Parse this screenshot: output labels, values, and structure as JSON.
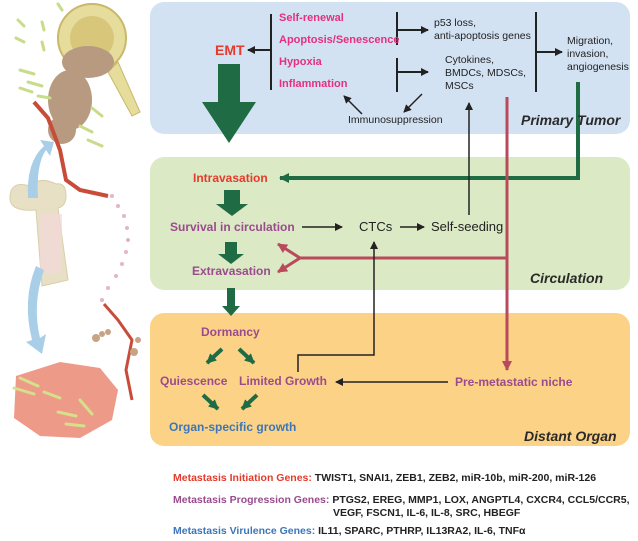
{
  "panels": {
    "primary": {
      "title": "Primary Tumor",
      "color": "#d3e2f3"
    },
    "circulation": {
      "title": "Circulation",
      "color": "#dbe9c5"
    },
    "distant": {
      "title": "Distant Organ",
      "color": "#fcd386"
    }
  },
  "primary_tumor": {
    "emt": "EMT",
    "factors": [
      "Self-renewal",
      "Apoptosis/Senescence",
      "Hypoxia",
      "Inflammation"
    ],
    "p53_line1": "p53 loss,",
    "p53_line2": "anti-apoptosis genes",
    "cyto_line1": "Cytokines,",
    "cyto_line2": "BMDCs, MDSCs,",
    "cyto_line3": "MSCs",
    "migration_line1": "Migration,",
    "migration_line2": "invasion,",
    "migration_line3": "angiogenesis",
    "immunosuppression": "Immunosuppression"
  },
  "circulation": {
    "intravasation": "Intravasation",
    "survival": "Survival in circulation",
    "ctcs": "CTCs",
    "self_seeding": "Self-seeding",
    "extravasation": "Extravasation"
  },
  "distant_organ": {
    "dormancy": "Dormancy",
    "quiescence": "Quiescence",
    "limited_growth": "Limited Growth",
    "organ_specific": "Organ-specific growth",
    "premetastatic": "Pre-metastatic niche"
  },
  "genes": {
    "initiation": {
      "title": "Metastasis Initiation Genes:",
      "list": "TWIST1, SNAI1, ZEB1, ZEB2, miR-10b, miR-200, miR-126",
      "color": "#e43b2c"
    },
    "progression": {
      "title": "Metastasis Progression Genes:",
      "list": "PTGS2, EREG, MMP1, LOX, ANGPTL4, CXCR4, CCL5/CCR5,",
      "list2": "VEGF, FSCN1, IL-6, IL-8, SRC, HBEGF",
      "color": "#9a4b8e"
    },
    "virulence": {
      "title": "Metastasis Virulence Genes:",
      "list": "IL11, SPARC, PTHRP, IL13RA2, IL-6, TNFα",
      "color": "#3c76b8"
    }
  },
  "colors": {
    "green_arrow": "#1f6b43",
    "red_line": "#b94a5c",
    "black_line": "#222222"
  }
}
